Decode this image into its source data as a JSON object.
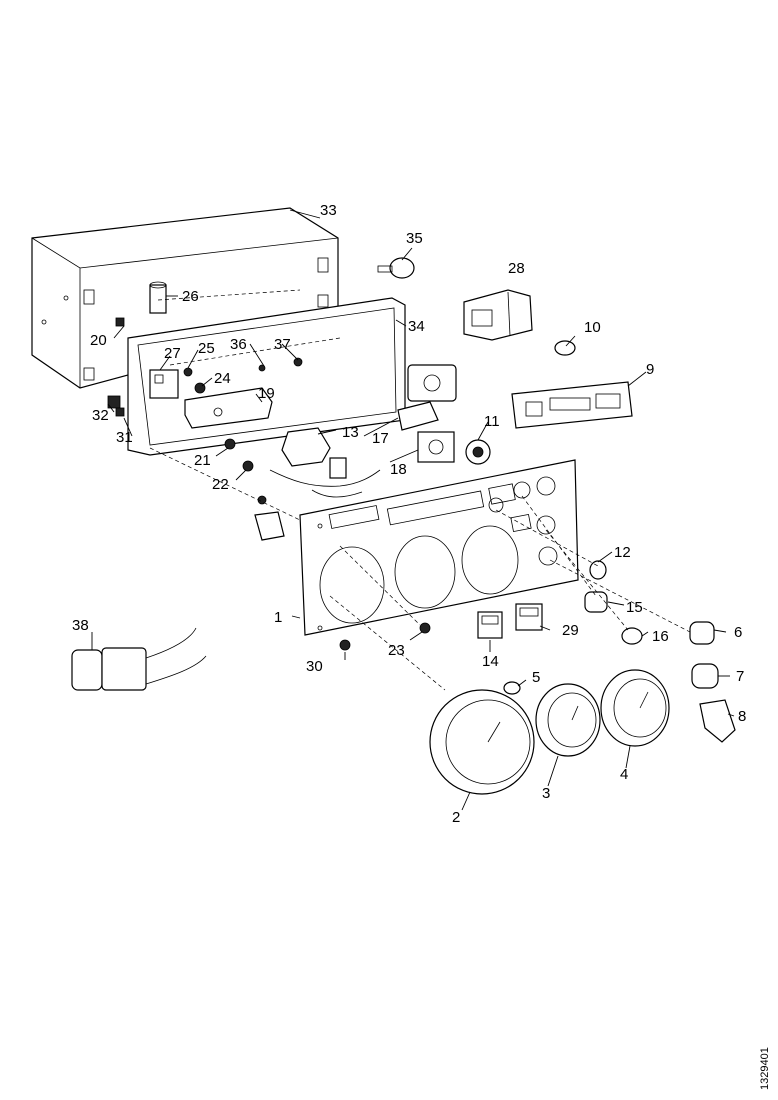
{
  "drawing_ref": "1329401",
  "callouts": [
    "1",
    "2",
    "3",
    "4",
    "5",
    "6",
    "7",
    "8",
    "9",
    "10",
    "11",
    "12",
    "13",
    "14",
    "15",
    "16",
    "17",
    "18",
    "19",
    "20",
    "21",
    "22",
    "23",
    "24",
    "25",
    "26",
    "27",
    "28",
    "29",
    "30",
    "31",
    "32",
    "33",
    "34",
    "35",
    "36",
    "37",
    "38"
  ]
}
